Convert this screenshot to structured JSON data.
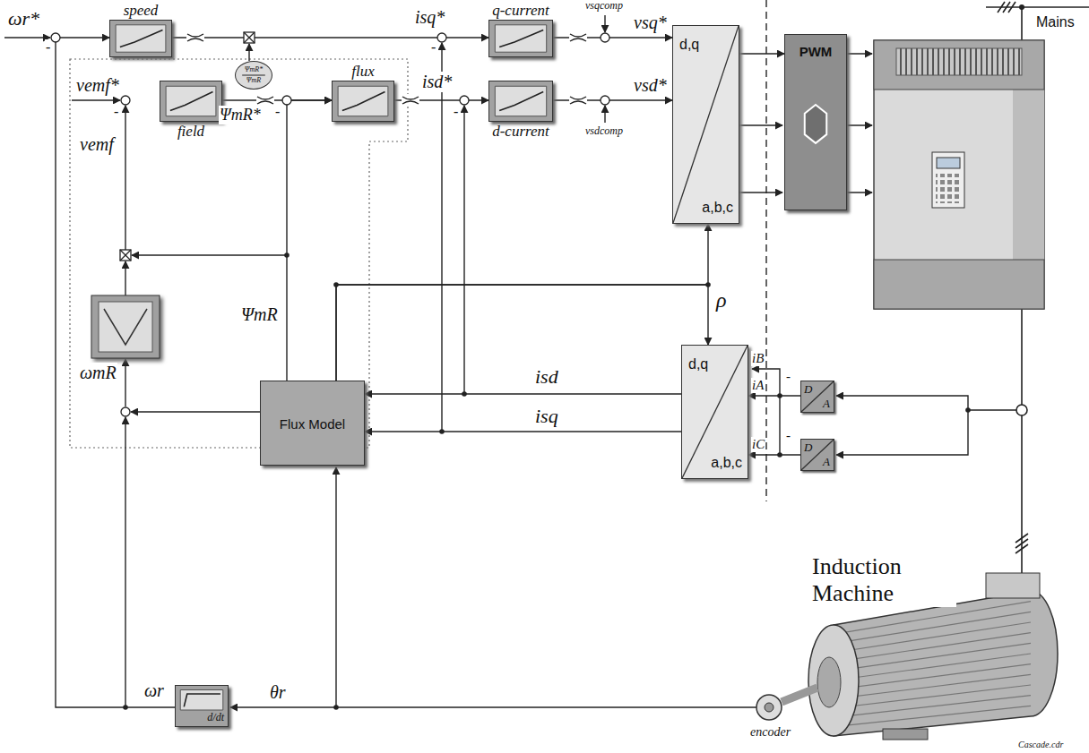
{
  "diagram": {
    "nodes": [
      {
        "text": [
          "speed"
        ]
      },
      {
        "text": [
          "q-current"
        ]
      },
      {
        "text": [
          "ΨmR*",
          "ΨmR"
        ]
      },
      {
        "text": [
          "field"
        ]
      },
      {
        "text": [
          "flux"
        ]
      },
      {
        "text": [
          "d-current"
        ]
      },
      {
        "text": [
          "d,q",
          "a,b,c"
        ]
      },
      {
        "text": [
          "PWM"
        ]
      },
      {
        "text": [
          "Flux Model"
        ]
      },
      {
        "text": [
          "d,q",
          "a,b,c"
        ]
      },
      {
        "text": [
          "D",
          "A"
        ]
      },
      {
        "text": [
          "D",
          "A"
        ]
      },
      {
        "text": [
          "d/dt"
        ]
      }
    ],
    "edges": [
      {
        "from": 0,
        "to": 1,
        "arrow": "to"
      },
      {
        "from": 3,
        "to": 4,
        "arrow": "to"
      },
      {
        "from": 4,
        "to": 5,
        "arrow": "to"
      },
      {
        "from": 1,
        "to": 6,
        "arrow": "to"
      },
      {
        "from": 5,
        "to": 6,
        "arrow": "to"
      },
      {
        "from": 6,
        "to": 7,
        "arrow": "to"
      },
      {
        "from": 8,
        "to": 4,
        "arrow": "to"
      },
      {
        "from": 8,
        "to": 6,
        "arrow": "to"
      },
      {
        "from": 8,
        "to": 9,
        "arrow": "to"
      },
      {
        "from": 9,
        "to": 8,
        "label": "isd",
        "arrow": "to"
      },
      {
        "from": 9,
        "to": 8,
        "label": "isq",
        "arrow": "to"
      },
      {
        "from": 10,
        "to": 9,
        "arrow": "to"
      },
      {
        "from": 11,
        "to": 9,
        "arrow": "to"
      },
      {
        "from": 12,
        "to": 0,
        "arrow": "to"
      }
    ],
    "labels": [
      "ωr*",
      "-",
      "vemf*",
      "vemf",
      "-",
      "ΨmR*",
      "-",
      "isq*",
      "-",
      "isd*",
      "-",
      "vsqcomp",
      "vsq*",
      "vsd*",
      "vsdcomp",
      "ρ",
      "ΨmR",
      "ωmR",
      "iB",
      "-",
      "iA",
      "iC",
      "-",
      "ωr",
      "θr",
      "Mains",
      "Induction Machine",
      "encoder",
      "Cascade.cdr"
    ]
  }
}
